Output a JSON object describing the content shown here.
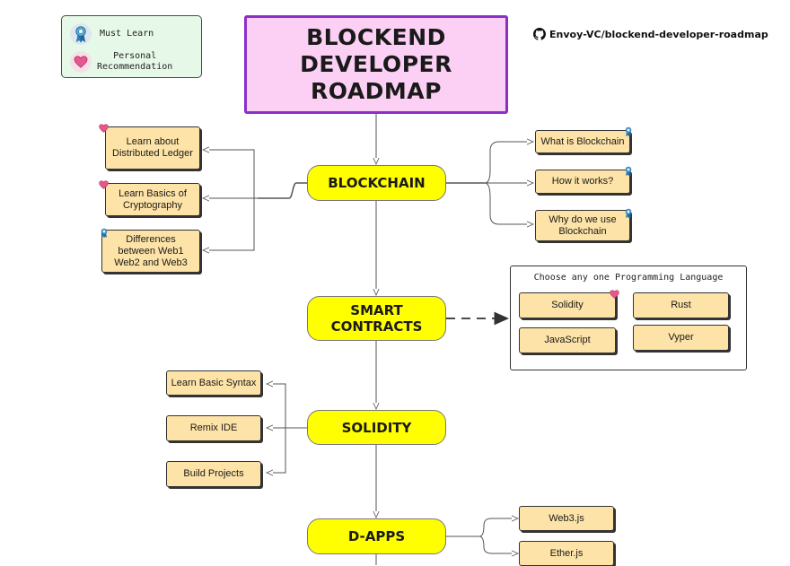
{
  "legend": {
    "must_learn": "Must Learn",
    "personal_recommendation": "Personal\nRecommendation"
  },
  "title": "BLOCKEND\nDEVELOPER ROADMAP",
  "repo_link": "Envoy-VC/blockend-developer-roadmap",
  "topics": {
    "blockchain": "BLOCKCHAIN",
    "smart_contracts": "SMART\nCONTRACTS",
    "solidity": "SOLIDITY",
    "dapps": "D-APPS"
  },
  "blockchain_left": [
    {
      "label": "Learn about\nDistributed Ledger",
      "badge": "heart"
    },
    {
      "label": "Learn Basics of\nCryptography",
      "badge": "heart"
    },
    {
      "label": "Differences\nbetween Web1\nWeb2 and Web3",
      "badge": "ribbon"
    }
  ],
  "blockchain_right": [
    {
      "label": "What is Blockchain",
      "badge": "ribbon"
    },
    {
      "label": "How it works?",
      "badge": "ribbon"
    },
    {
      "label": "Why do we use\nBlockchain",
      "badge": "ribbon"
    }
  ],
  "languages": {
    "title": "Choose any one Programming Language",
    "items": [
      "Solidity",
      "Rust",
      "JavaScript",
      "Vyper"
    ]
  },
  "solidity_items": [
    "Learn Basic Syntax",
    "Remix IDE",
    "Build Projects"
  ],
  "dapps_items": [
    "Web3.js",
    "Ether.js"
  ],
  "colors": {
    "topic": "#ffff00",
    "card": "#fde3a7",
    "title_bg": "#fcd0f4",
    "title_border": "#8b2fc9",
    "legend_bg": "#e6f9e8",
    "heart": "#e8568c",
    "ribbon": "#2a7fb8"
  }
}
